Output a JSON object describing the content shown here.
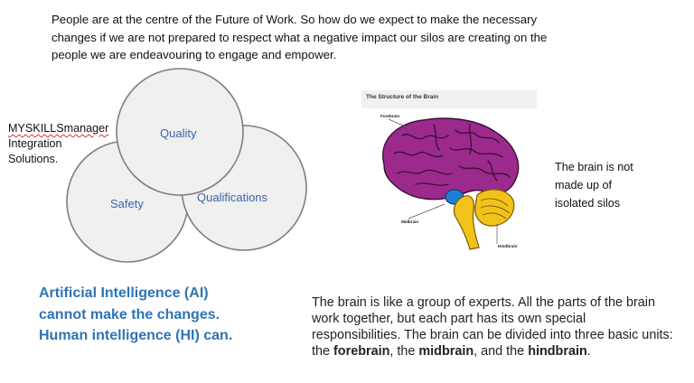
{
  "intro_text": "People are at the centre of the Future of Work. So how do we expect to make the necessary changes if we are not prepared to respect what a negative impact our silos are creating on the people we are endeavouring to engage and empower.",
  "side_label": [
    "MYSKILLSmanager",
    "Integration",
    "Solutions."
  ],
  "venn": {
    "circles": [
      "Quality",
      "Safety",
      "Qualifications"
    ],
    "colors": {
      "fill": "#f0f0f0",
      "stroke": "#7f7f7f",
      "label": "#3b64a8"
    }
  },
  "ai_statement": [
    "Artificial Intelligence (AI)",
    "cannot make the changes.",
    "Human intelligence (HI) can."
  ],
  "brain_figure": {
    "title": "The Structure of the Brain",
    "labels": {
      "forebrain": "Forebrain",
      "midbrain": "Midbrain",
      "hindbrain": "Hindbrain"
    },
    "colors": {
      "forebrain": "#9b2a8c",
      "midbrain": "#1f7fd6",
      "hindbrain": "#f2c21b"
    }
  },
  "brain_note": [
    "The brain is not",
    "made up of",
    "isolated silos"
  ],
  "explanation": {
    "text_1": "The brain is like a group of experts. All the parts of the brain work together, but each part has its own special responsibilities. The brain can be divided into three basic units: the ",
    "bold_1": "forebrain",
    "text_2": ", the ",
    "bold_2": "midbrain",
    "text_3": ", and the ",
    "bold_3": "hindbrain",
    "text_4": "."
  }
}
